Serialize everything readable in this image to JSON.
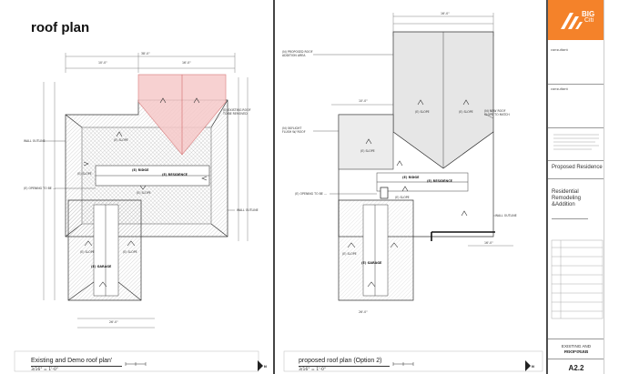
{
  "page_label": "roof plan",
  "left_sheet": {
    "caption": "Existing and Demo roof plan'",
    "scale": "3/16\" = 1'-0\"",
    "labels": {
      "residence": "(E) RESIDENCE",
      "garage": "(E) GARAGE",
      "ridge": "(E) RIDGE",
      "slope": "(E) SLOPE"
    }
  },
  "right_sheet": {
    "caption": "proposed roof plan (Option 2)",
    "scale": "3/16\" = 1'-0\"",
    "labels": {
      "residence": "(E) RESIDENCE",
      "garage": "(E) GARAGE",
      "ridge": "(E) RIDGE",
      "slope": "(E) SLOPE"
    }
  },
  "north_label": "N",
  "title_block": {
    "logo_line1": "BIG",
    "logo_line2": "Citi",
    "consultant_1": "consultant",
    "consultant_2": "consultant",
    "project_name": "Proposed Residence",
    "project_desc_1": "Residential",
    "project_desc_2": "Remodeling",
    "project_desc_3": "&Addition",
    "sheet_title_1": "EXISTING AND PROPOSED",
    "sheet_title_2": "ROOF PLAN",
    "sheet_number": "A2.2"
  },
  "colors": {
    "logo_orange": "#f4822a",
    "demo_pink": "#f6c9c9",
    "proposed_gray": "#e6e6e6",
    "hatch": "#9a9a9a"
  }
}
